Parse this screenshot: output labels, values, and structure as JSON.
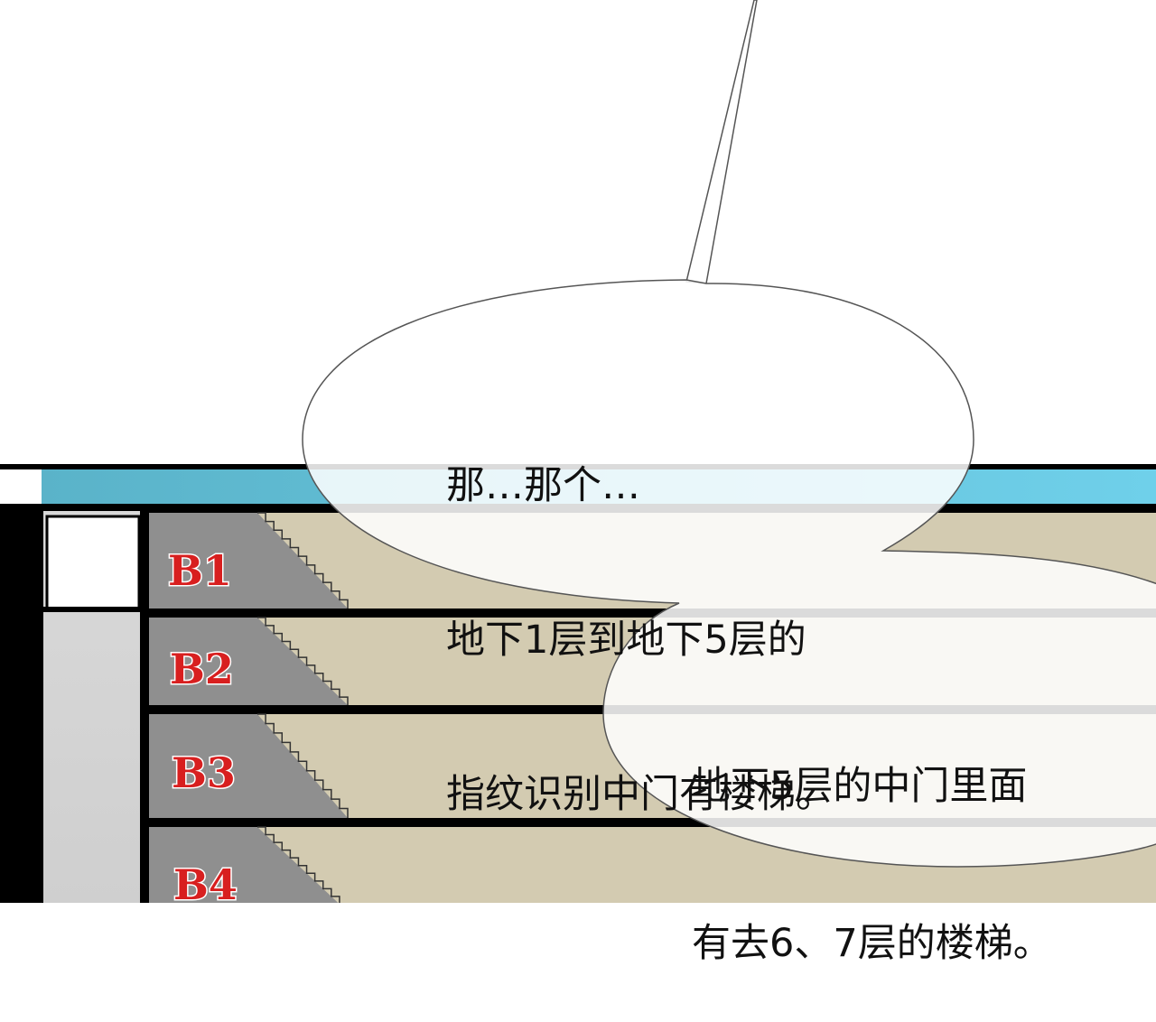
{
  "panel": {
    "floors": [
      {
        "label": "B1"
      },
      {
        "label": "B2"
      },
      {
        "label": "B3"
      },
      {
        "label": "B4"
      }
    ],
    "colors": {
      "ground_sky": "#66c8e0",
      "floor_fill": "#d3cbb1",
      "stair_fill": "#8f8f8f",
      "elevator_shaft": "#d6d6d6",
      "floor_label": "#d81f1f"
    }
  },
  "bubbles": [
    {
      "lines": [
        "那…那个…",
        "地下1层到地下5层的",
        "指纹识别中门有楼梯。"
      ]
    },
    {
      "lines": [
        "地下5层的中门里面",
        "有去6、7层的楼梯。"
      ]
    }
  ]
}
